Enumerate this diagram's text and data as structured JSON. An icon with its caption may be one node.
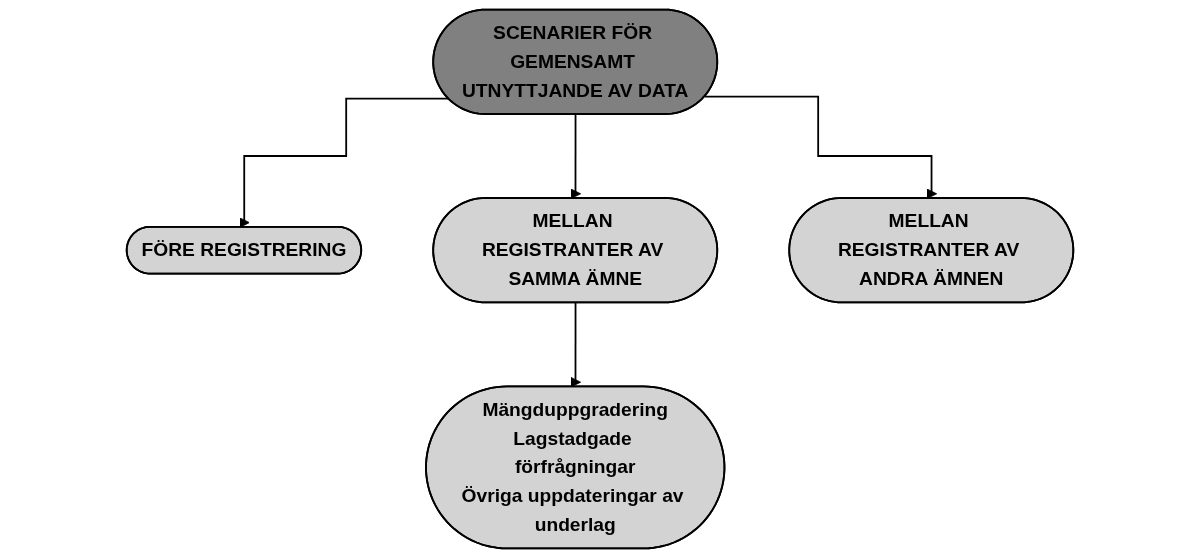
{
  "diagram": {
    "nodes": [
      {
        "text": [
          "SCENARIER FÖR GEMENSAMT UTNYTTJANDE AV DATA"
        ]
      },
      {
        "text": [
          "FÖRE REGISTRERING"
        ]
      },
      {
        "text": [
          "MELLAN REGISTRANTER AV SAMMA ÄMNE"
        ]
      },
      {
        "text": [
          "MELLAN REGISTRANTER AV ANDRA ÄMNEN"
        ]
      },
      {
        "text": [
          "Mängduppgradering",
          "Lagstadgade förfrågningar",
          "Övriga uppdateringar av underlag"
        ]
      }
    ],
    "edges": [
      {
        "from": 0,
        "to": 1,
        "arrow": "to"
      },
      {
        "from": 0,
        "to": 2,
        "arrow": "to"
      },
      {
        "from": 0,
        "to": 3,
        "arrow": "to"
      },
      {
        "from": 2,
        "to": 4,
        "arrow": "to"
      }
    ]
  }
}
